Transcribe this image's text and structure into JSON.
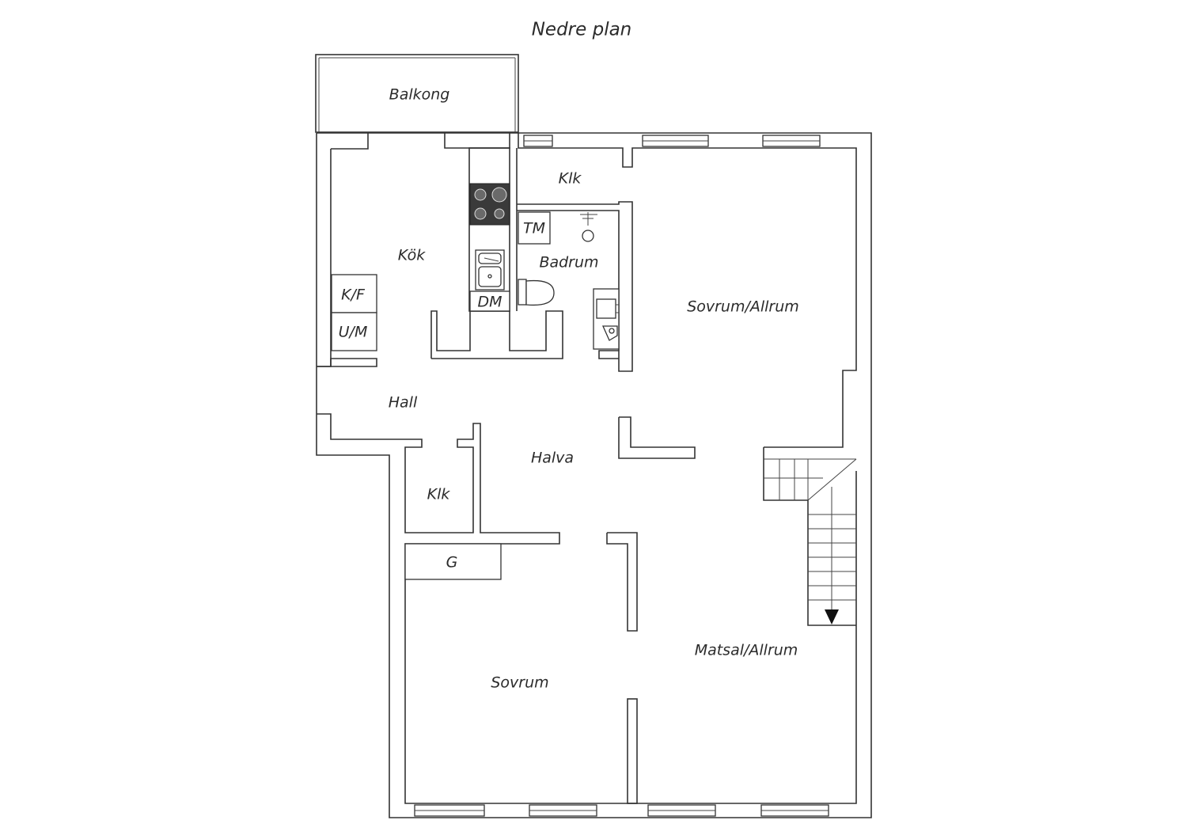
{
  "title": "Nedre plan",
  "rooms": {
    "balkong": "Balkong",
    "klk_top": "Klk",
    "kok": "Kök",
    "kf": "K/F",
    "um": "U/M",
    "dm": "DM",
    "tm": "TM",
    "badrum": "Badrum",
    "sovrum_allrum": "Sovrum/Allrum",
    "hall": "Hall",
    "halva": "Halva",
    "klk_mid": "Klk",
    "g": "G",
    "sovrum": "Sovrum",
    "matsal_allrum": "Matsal/Allrum"
  },
  "icons": {
    "stove": "stove-icon",
    "sink": "sink-icon",
    "toilet": "toilet-icon",
    "shower": "shower-icon",
    "washbasin": "washbasin-icon",
    "stairs": "staircase-icon",
    "arrow": "stairs-down-arrow-icon"
  },
  "colors": {
    "wall_stroke": "#333333",
    "stove_fill": "#3a3a3a"
  }
}
